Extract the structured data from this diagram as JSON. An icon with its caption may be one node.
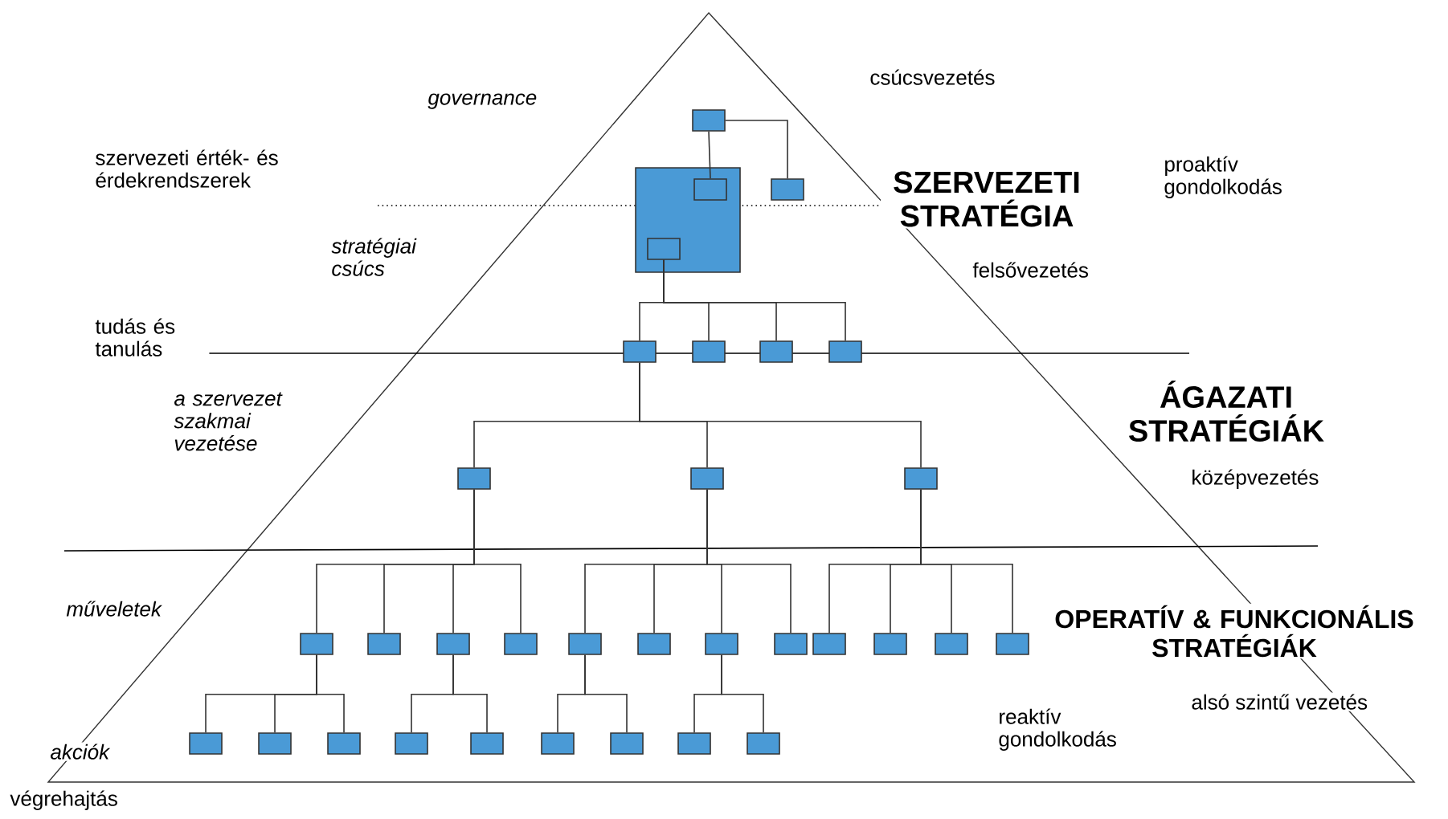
{
  "diagram": {
    "nodes": [
      {
        "text": [],
        "shape": "box"
      },
      {
        "text": [],
        "shape": "box"
      },
      {
        "text": [],
        "shape": "box",
        "in": 1
      },
      {
        "text": [],
        "shape": "box"
      },
      {
        "text": [],
        "shape": "box",
        "in": 1
      },
      {
        "text": [],
        "shape": "box"
      },
      {
        "text": [],
        "shape": "box"
      },
      {
        "text": [],
        "shape": "box"
      },
      {
        "text": [],
        "shape": "box"
      },
      {
        "text": [],
        "shape": "box"
      },
      {
        "text": [],
        "shape": "box"
      },
      {
        "text": [],
        "shape": "box"
      },
      {
        "text": [],
        "shape": "box"
      },
      {
        "text": [],
        "shape": "box"
      },
      {
        "text": [],
        "shape": "box"
      },
      {
        "text": [],
        "shape": "box"
      },
      {
        "text": [],
        "shape": "box"
      },
      {
        "text": [],
        "shape": "box"
      },
      {
        "text": [],
        "shape": "box"
      },
      {
        "text": [],
        "shape": "box"
      },
      {
        "text": [],
        "shape": "box"
      },
      {
        "text": [],
        "shape": "box"
      },
      {
        "text": [],
        "shape": "box"
      },
      {
        "text": [],
        "shape": "box"
      },
      {
        "text": [],
        "shape": "box"
      },
      {
        "text": [],
        "shape": "box"
      },
      {
        "text": [],
        "shape": "box"
      },
      {
        "text": [],
        "shape": "box"
      },
      {
        "text": [],
        "shape": "box"
      },
      {
        "text": [],
        "shape": "box"
      },
      {
        "text": [],
        "shape": "box"
      },
      {
        "text": [],
        "shape": "box"
      },
      {
        "text": [],
        "shape": "box"
      }
    ],
    "edges": [
      {
        "from": 0,
        "to": 2,
        "arrow": "none"
      },
      {
        "from": 0,
        "to": 3,
        "arrow": "none"
      },
      {
        "from": 4,
        "to": 5,
        "arrow": "none"
      },
      {
        "from": 4,
        "to": 6,
        "arrow": "none"
      },
      {
        "from": 4,
        "to": 7,
        "arrow": "none"
      },
      {
        "from": 4,
        "to": 8,
        "arrow": "none"
      },
      {
        "from": 5,
        "to": 9,
        "arrow": "none"
      },
      {
        "from": 5,
        "to": 10,
        "arrow": "none"
      },
      {
        "from": 5,
        "to": 11,
        "arrow": "none"
      },
      {
        "from": 9,
        "to": 12,
        "arrow": "none"
      },
      {
        "from": 9,
        "to": 13,
        "arrow": "none"
      },
      {
        "from": 9,
        "to": 14,
        "arrow": "none"
      },
      {
        "from": 9,
        "to": 15,
        "arrow": "none"
      },
      {
        "from": 10,
        "to": 16,
        "arrow": "none"
      },
      {
        "from": 10,
        "to": 17,
        "arrow": "none"
      },
      {
        "from": 10,
        "to": 18,
        "arrow": "none"
      },
      {
        "from": 10,
        "to": 19,
        "arrow": "none"
      },
      {
        "from": 11,
        "to": 20,
        "arrow": "none"
      },
      {
        "from": 11,
        "to": 21,
        "arrow": "none"
      },
      {
        "from": 11,
        "to": 22,
        "arrow": "none"
      },
      {
        "from": 11,
        "to": 23,
        "arrow": "none"
      },
      {
        "from": 12,
        "to": 24,
        "arrow": "none"
      },
      {
        "from": 12,
        "to": 25,
        "arrow": "none"
      },
      {
        "from": 12,
        "to": 26,
        "arrow": "none"
      },
      {
        "from": 14,
        "to": 27,
        "arrow": "none"
      },
      {
        "from": 14,
        "to": 28,
        "arrow": "none"
      },
      {
        "from": 16,
        "to": 29,
        "arrow": "none"
      },
      {
        "from": 16,
        "to": 30,
        "arrow": "none"
      },
      {
        "from": 18,
        "to": 31,
        "arrow": "none"
      },
      {
        "from": 18,
        "to": 32,
        "arrow": "none"
      }
    ],
    "labels": [
      "governance",
      "csúcsvezetés",
      "szervezeti érték- és érdekrendszerek",
      "SZERVEZETI STRATÉGIA",
      "proaktív gondolkodás",
      "stratégiai csúcs",
      "felsővezetés",
      "tudás és tanulás",
      "a szervezet szakmai vezetése",
      "ÁGAZATI STRATÉGIÁK",
      "középvezetés",
      "műveletek",
      "OPERATÍV & FUNKCIONÁLIS STRATÉGIÁK",
      "reaktív gondolkodás",
      "alsó szintű vezetés",
      "akciók",
      "végrehajtás"
    ]
  }
}
